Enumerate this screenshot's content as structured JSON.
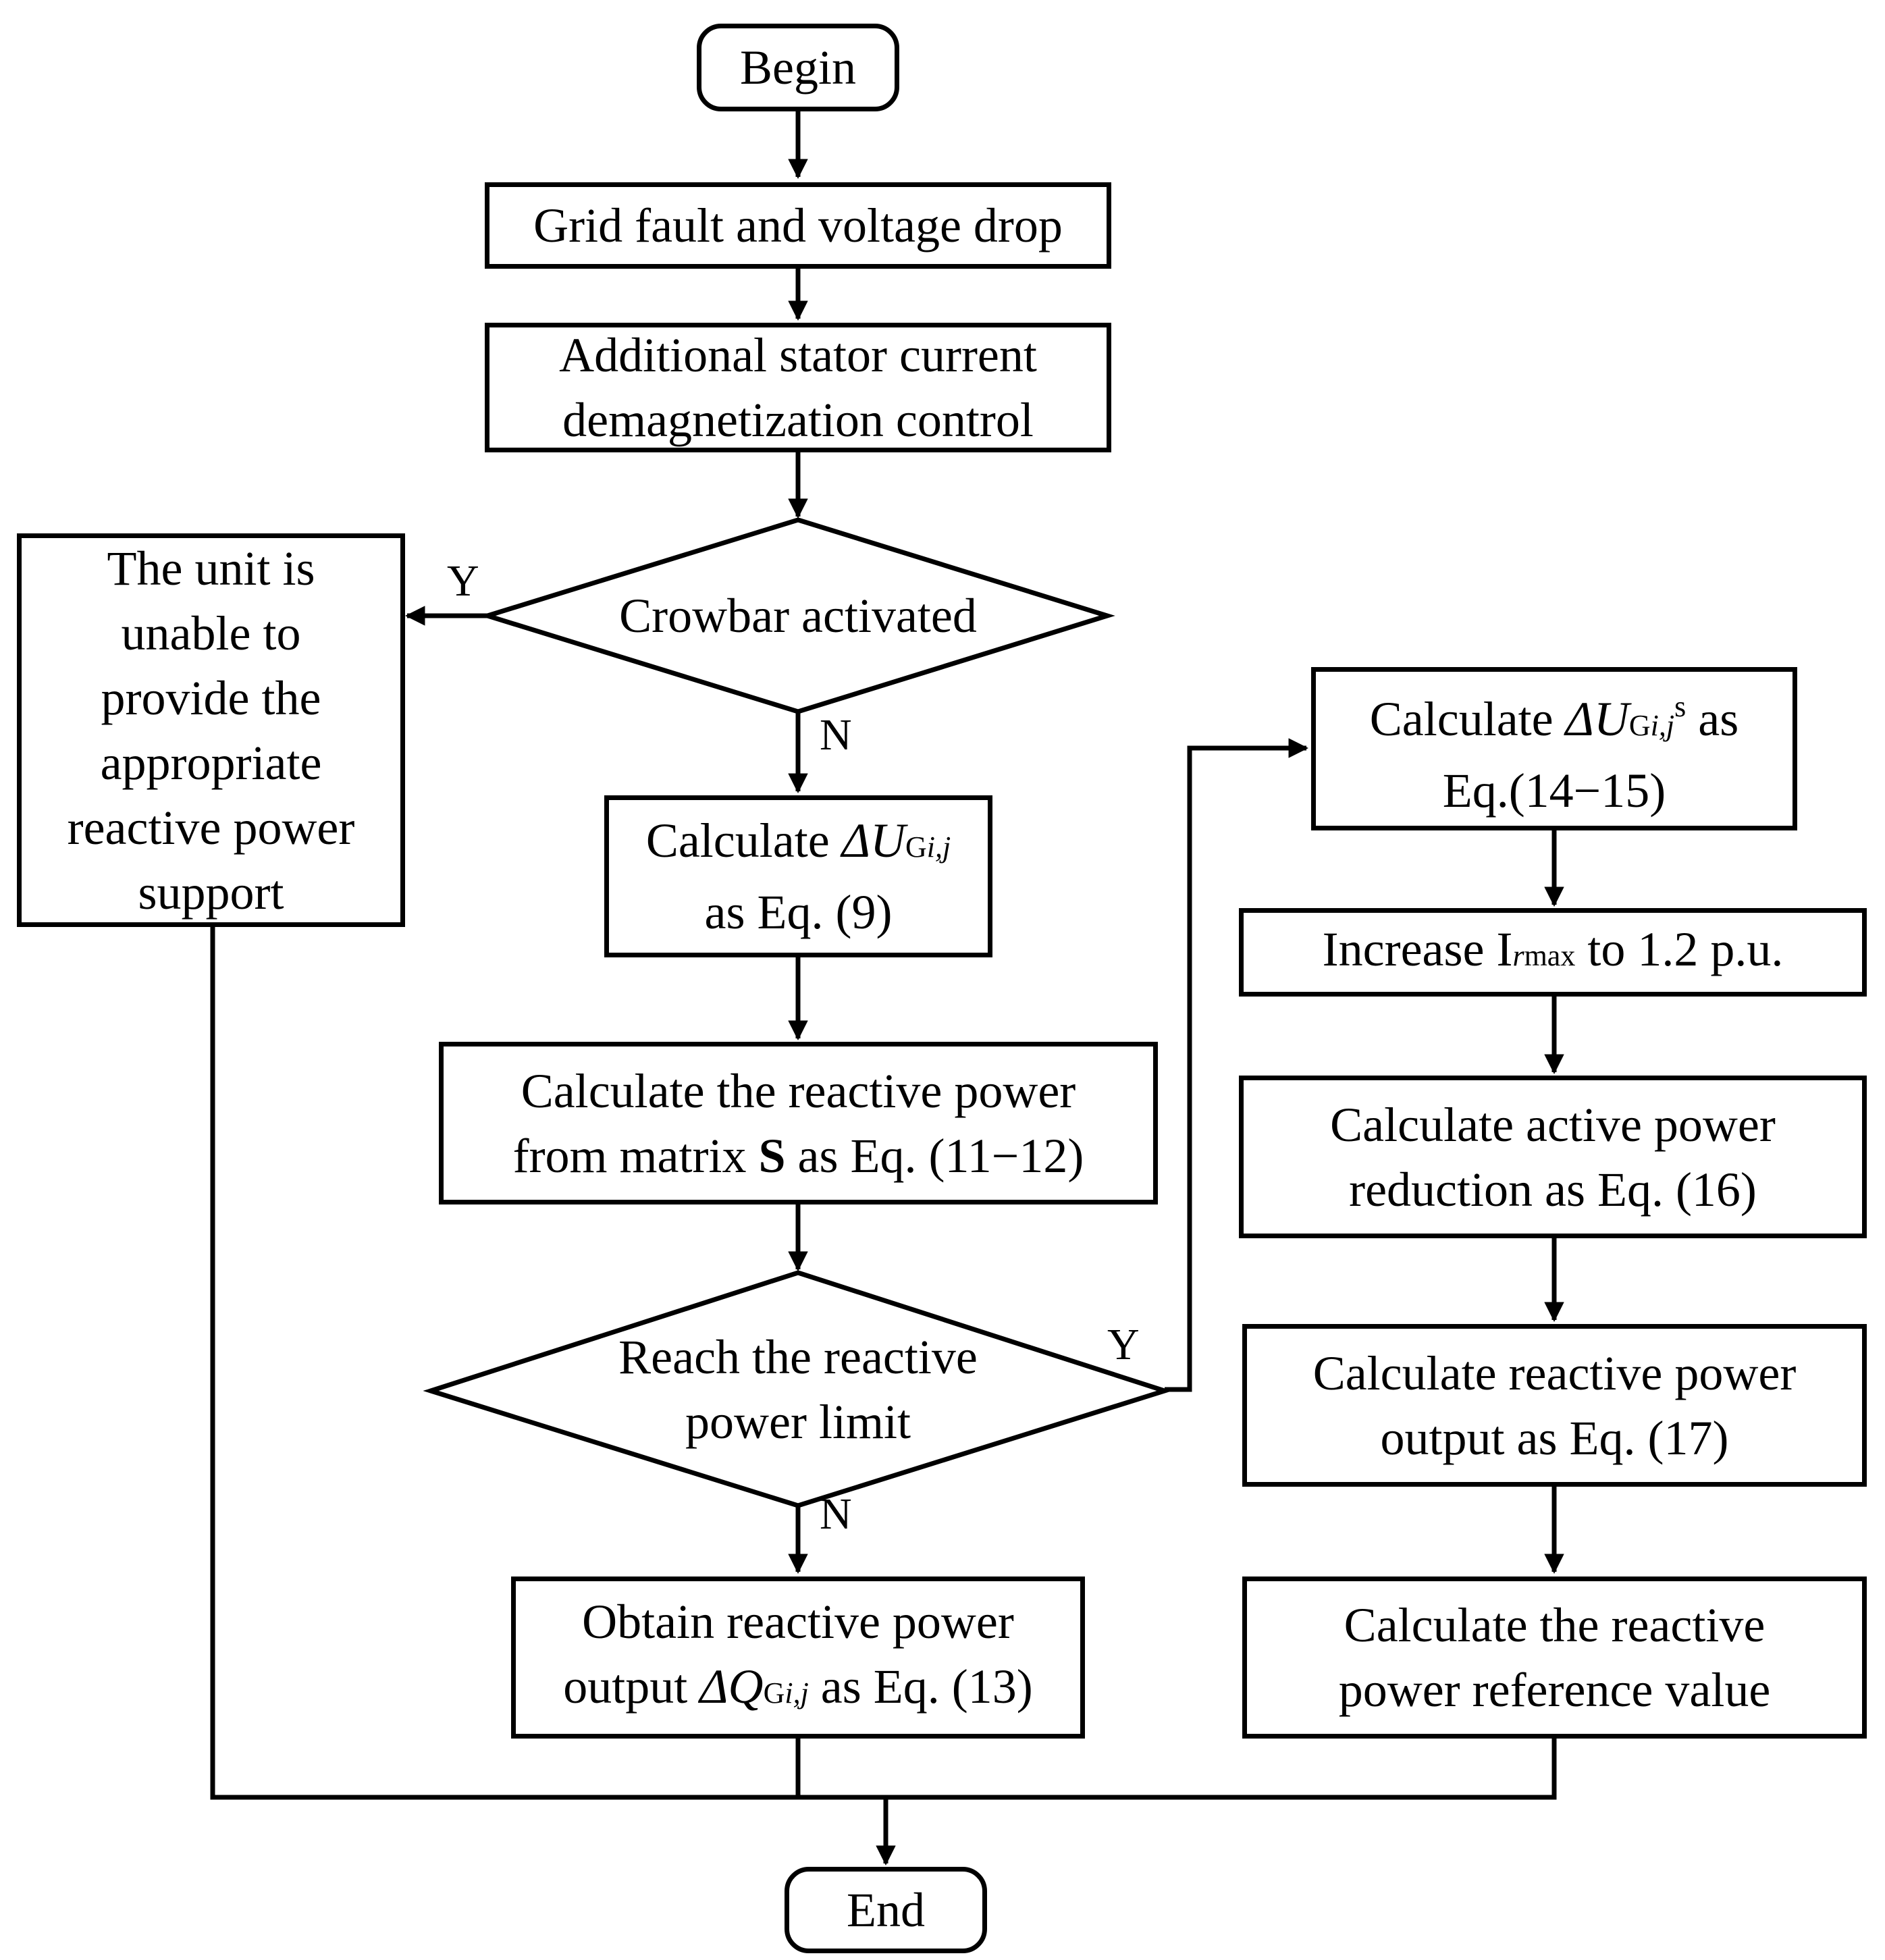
{
  "nodes": {
    "begin": "Begin",
    "grid_fault": "Grid fault and voltage drop",
    "demag_1": "Additional stator current",
    "demag_2": "demagnetization control",
    "crowbar": "Crowbar activated",
    "unable_1": "The unit is",
    "unable_2": "unable to",
    "unable_3": "provide the",
    "unable_4": "appropriate",
    "unable_5": "reactive power",
    "unable_6": "support",
    "calc_du_pre": "Calculate ",
    "calc_du_sym": "ΔU",
    "calc_du_sub_g": "G",
    "calc_du_sub_ij": "i,j",
    "calc_du_2": "as Eq. (9)",
    "calc_q_1": "Calculate the reactive power",
    "calc_q_2a": "from matrix ",
    "calc_q_2b": "S",
    "calc_q_2c": " as Eq. (11−12)",
    "limit_1": "Reach the reactive",
    "limit_2": "power limit",
    "obtain_1": "Obtain reactive power",
    "obtain_2a": "output ",
    "obtain_sym": "ΔQ",
    "obtain_sub_g": "G",
    "obtain_sub_ij": "i,j",
    "obtain_2b": " as Eq. (13)",
    "calc_dus_pre": "Calculate ",
    "calc_dus_sym": "ΔU",
    "calc_dus_sub_g": "G",
    "calc_dus_sub_ij": "i,j",
    "calc_dus_sup": "s",
    "calc_dus_post": " as",
    "calc_dus_2": "Eq.(14−15)",
    "increase_pre": "Increase I",
    "increase_sub_r": "r",
    "increase_sub_max": "max",
    "increase_post": " to 1.2 p.u.",
    "active_1": "Calculate active power",
    "active_2": "reduction as Eq. (16)",
    "reactive_out_1": "Calculate reactive power",
    "reactive_out_2": "output as Eq. (17)",
    "ref_1": "Calculate the reactive",
    "ref_2": "power reference value",
    "end": "End"
  },
  "labels": {
    "crowbar_yes": "Y",
    "crowbar_no": "N",
    "limit_yes": "Y",
    "limit_no": "N"
  },
  "colors": {
    "line": "#000000",
    "background": "#ffffff"
  }
}
